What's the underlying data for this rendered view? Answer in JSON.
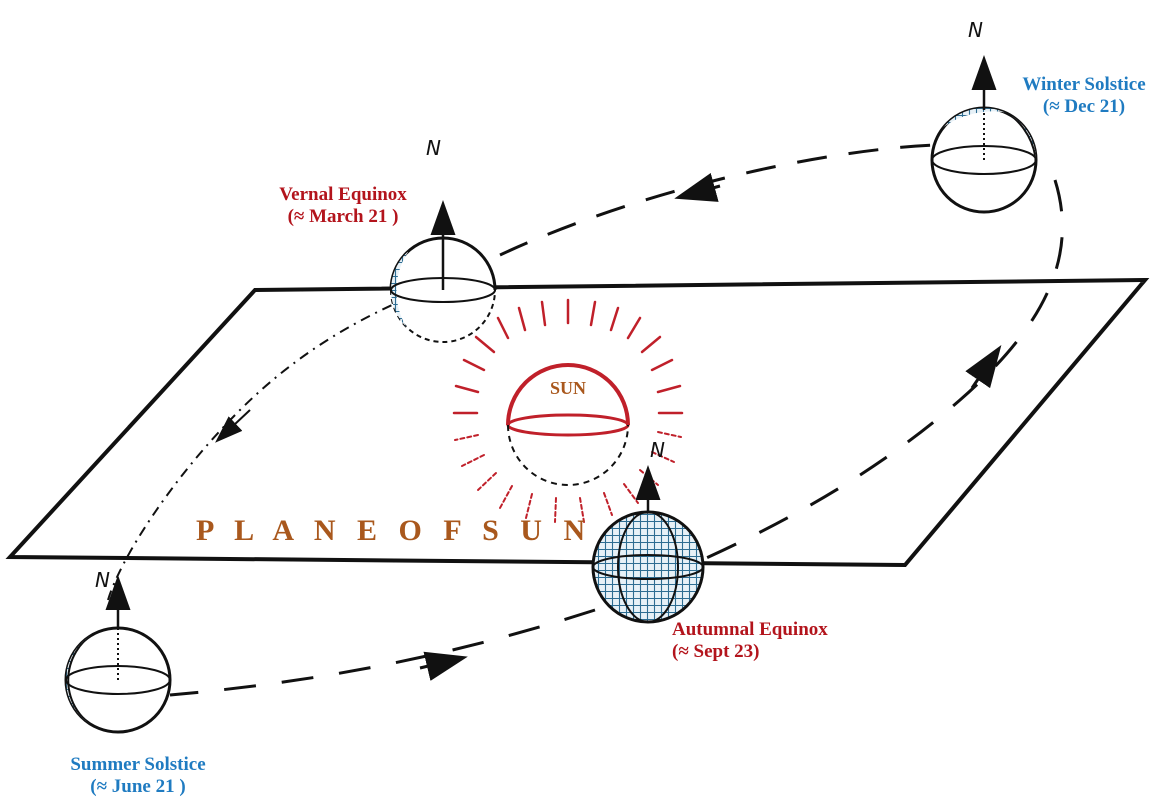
{
  "plane_label": "P L A N E  O F  S U N",
  "sun_label": "SUN",
  "north_symbol": "N",
  "colors": {
    "equinox": "#b3141c",
    "solstice": "#1f7bc1",
    "sun_text": "#a9581d",
    "sun_rays": "#c0202a",
    "ink": "#111111",
    "hatch": "#2e6d92"
  },
  "positions": {
    "vernal": {
      "name": "Vernal Equinox",
      "date": "(≈ March 21 )"
    },
    "winter": {
      "name": "Winter Solstice",
      "date": "(≈ Dec 21)"
    },
    "autumnal": {
      "name": "Autumnal Equinox",
      "date": "(≈ Sept 23)"
    },
    "summer": {
      "name": "Summer Solstice",
      "date": "(≈ June 21 )"
    }
  }
}
